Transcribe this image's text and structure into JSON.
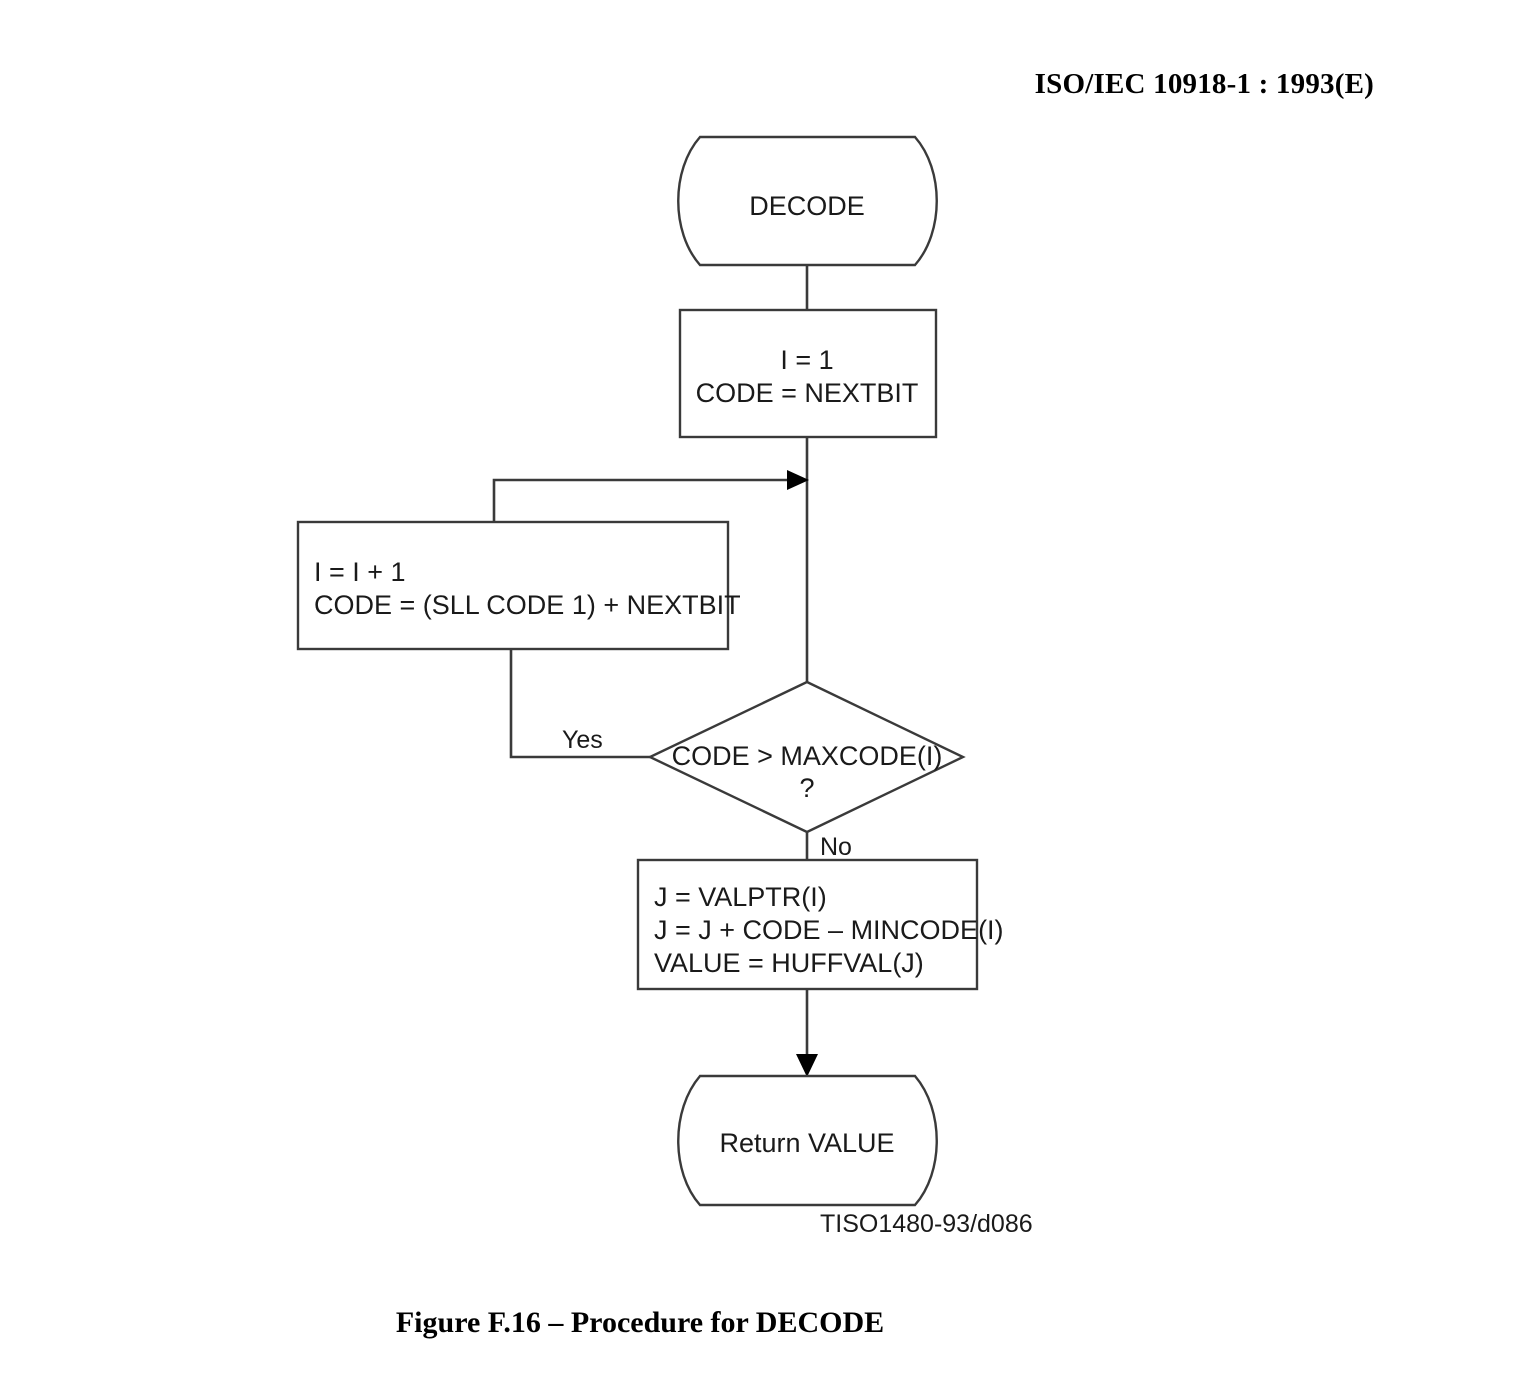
{
  "document": {
    "header": "ISO/IEC 10918-1 : 1993(E)",
    "figure_caption": "Figure F.16 – Procedure for DECODE",
    "drawing_id": "TISO1480-93/d086"
  },
  "flowchart": {
    "title": "Procedure for DECODE",
    "type": "flowchart",
    "nodes": [
      {
        "id": "start",
        "shape": "terminator",
        "lines": [
          "DECODE"
        ]
      },
      {
        "id": "init",
        "shape": "process",
        "lines": [
          "I = 1",
          "CODE = NEXTBIT"
        ]
      },
      {
        "id": "increment",
        "shape": "process",
        "lines": [
          "I = I + 1",
          "CODE = (SLL CODE 1) + NEXTBIT"
        ]
      },
      {
        "id": "test",
        "shape": "decision",
        "lines": [
          "CODE > MAXCODE(I)",
          "?"
        ]
      },
      {
        "id": "compute",
        "shape": "process",
        "lines": [
          "J = VALPTR(I)",
          "J = J + CODE – MINCODE(I)",
          "VALUE = HUFFVAL(J)"
        ]
      },
      {
        "id": "end",
        "shape": "terminator",
        "lines": [
          "Return VALUE"
        ]
      }
    ],
    "edge_labels": {
      "yes": "Yes",
      "no": "No"
    },
    "colors": {
      "stroke": "#3a3a3a",
      "text": "#1a1a1a",
      "background": "#ffffff"
    }
  }
}
